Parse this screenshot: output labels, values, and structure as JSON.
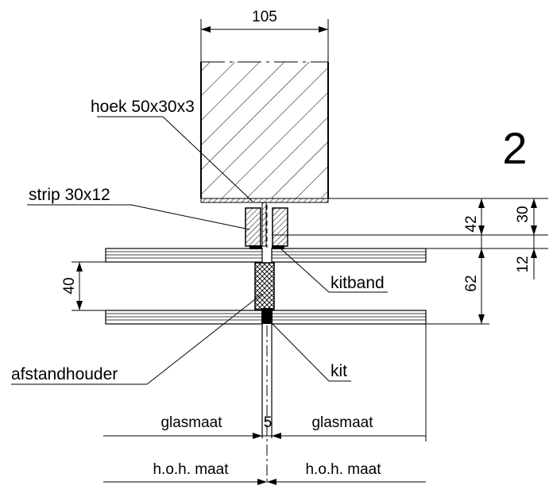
{
  "sheet_number": "2",
  "labels": {
    "hoek": "hoek 50x30x3",
    "strip": "strip 30x12",
    "kitband": "kitband",
    "afstandhouder": "afstandhouder",
    "kit": "kit"
  },
  "dimensions": {
    "beam_width": "105",
    "d30": "30",
    "d42": "42",
    "d12": "12",
    "d62": "62",
    "d40": "40",
    "gap": "5",
    "glasmaat_left": "glasmaat",
    "glasmaat_right": "glasmaat",
    "hoh_left": "h.o.h. maat",
    "hoh_right": "h.o.h. maat"
  }
}
